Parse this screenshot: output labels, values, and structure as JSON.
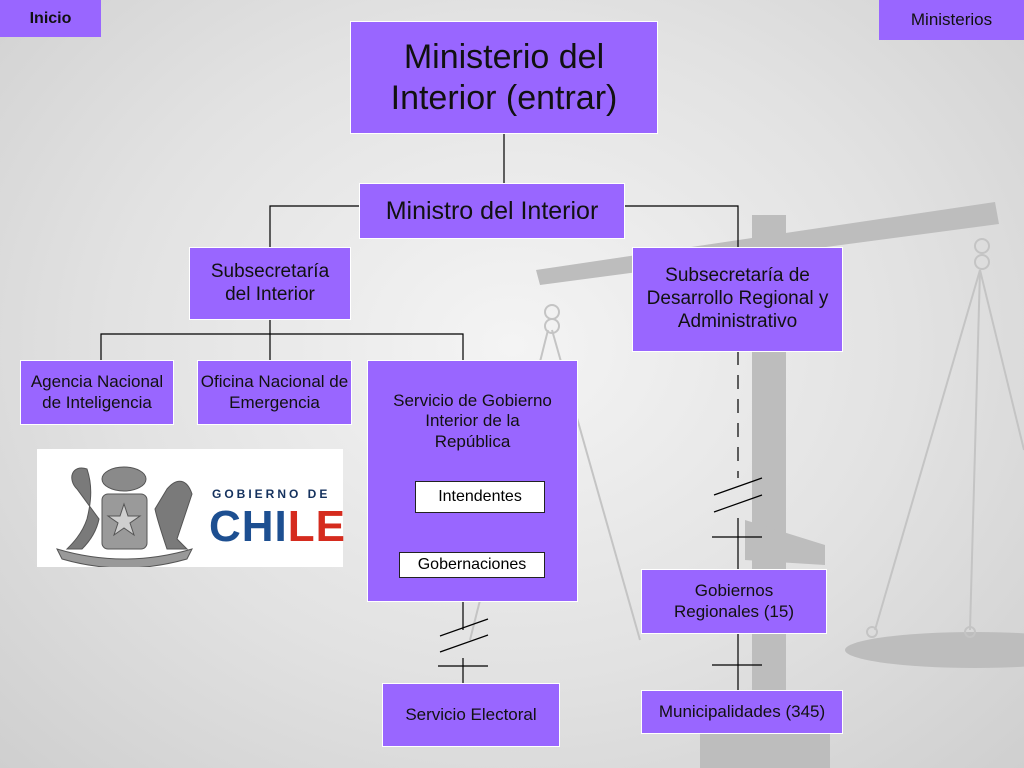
{
  "nav": {
    "inicio": "Inicio",
    "ministerios": "Ministerios"
  },
  "org": {
    "ministerio": "Ministerio del Interior (entrar)",
    "ministro": "Ministro del Interior",
    "subsecretaria_interior": "Subsecretaría del Interior",
    "subsecretaria_desarrollo": "Subsecretaría de Desarrollo Regional y Administrativo",
    "agencia": "Agencia Nacional de Inteligencia",
    "oficina": "Oficina Nacional de Emergencia",
    "servicio_gobierno": "Servicio de Gobierno Interior de la República",
    "intendentes": "Intendentes",
    "gobernaciones": "Gobernaciones",
    "gobiernos_regionales": "Gobiernos Regionales (15)",
    "municipalidades": "Municipalidades (345)",
    "servicio_electoral": "Servicio Electoral"
  },
  "logo": {
    "line1": "GOBIERNO DE",
    "line2a": "CHI",
    "line2b": "LE"
  },
  "colors": {
    "box_fill": "#9966ff",
    "line": "#000000",
    "background": "#e6e6e6"
  }
}
